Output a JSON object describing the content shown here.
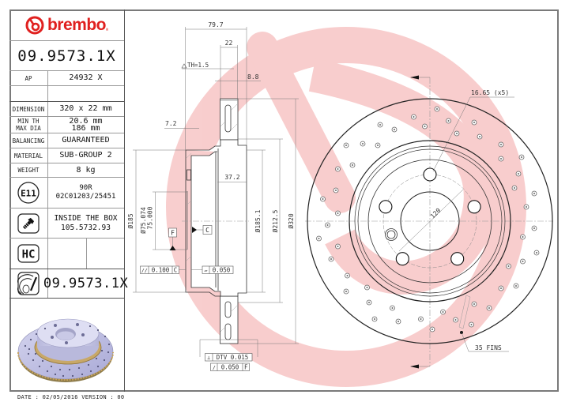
{
  "brand": {
    "name": "brembo",
    "color": "#e0201f",
    "registered": "®"
  },
  "part_number": "09.9573.1X",
  "specs": [
    {
      "label": "AP",
      "value": "24932 X"
    },
    {
      "label": "",
      "value": ""
    },
    {
      "label": "DIMENSION",
      "value": "320 x 22 mm"
    },
    {
      "label_lines": [
        "MIN TH",
        "MAX DIA"
      ],
      "value_lines": [
        "20.6 mm",
        "186 mm"
      ]
    },
    {
      "label": "BALANCING",
      "value": "GUARANTEED"
    },
    {
      "label": "MATERIAL",
      "value": "SUB-GROUP 2"
    },
    {
      "label": "WEIGHT",
      "value": "8 kg"
    }
  ],
  "homologation": {
    "icon": "e11-badge-icon",
    "badge": "E11",
    "lines": [
      "90R",
      "02C01203/25451"
    ]
  },
  "hardware": {
    "icon": "screw-icon",
    "lines": [
      "INSIDE THE BOX",
      "105.5732.93"
    ]
  },
  "coating": {
    "icon": "hc-icon",
    "badge": "HC"
  },
  "kit": {
    "icon": "disc-caliper-icon",
    "part_number": "09.9573.1X"
  },
  "footer": {
    "text": "DATE : 02/05/2016 VERSION : 00"
  },
  "drawing": {
    "section_view": {
      "dims": {
        "overall_height": "79.7",
        "thickness": "22",
        "th": "TH=1.5",
        "vane": "8.8",
        "hat_wall": "7.2",
        "hat_depth": "37.2",
        "d_hat": "Ø185",
        "d_bore_max": "Ø75.074",
        "d_bore_min": "75.000",
        "d_inner": "Ø185.1",
        "d_ring": "Ø212.5",
        "d_outer": "Ø320"
      },
      "datums": {
        "f": "F",
        "c": "C"
      },
      "tolerances": {
        "parallelism": {
          "symbol": "//",
          "value": "0.100",
          "datum": "C"
        },
        "flatness": {
          "symbol": "▱",
          "value": "0.050"
        },
        "dtv": {
          "symbol": "⊥",
          "value": "DTV 0.015"
        },
        "runout": {
          "symbol": "/",
          "value": "0.050",
          "datum": "F"
        }
      }
    },
    "front_view": {
      "bolt_hole_label": "16.65 (x5)",
      "pcd_label": "120",
      "fins_label": "35 FINS"
    }
  }
}
